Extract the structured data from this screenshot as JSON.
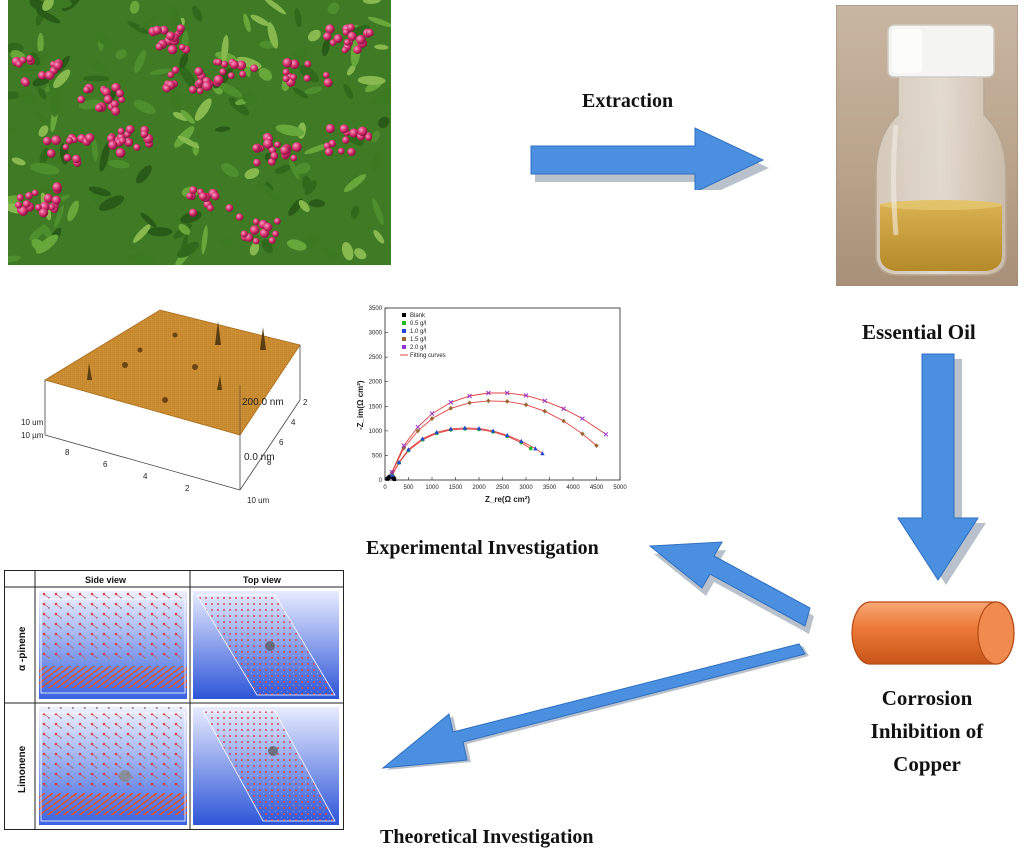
{
  "captions": {
    "extraction": "Extraction",
    "essential_oil": "Essential Oil",
    "experimental": "Experimental Investigation",
    "theoretical": "Theoretical Investigation",
    "corrosion_lines": [
      "Corrosion",
      "Inhibition of",
      "Copper"
    ]
  },
  "afm": {
    "z_top": "200.0 nm",
    "z_bottom": "0.0 nm",
    "left_ticks": [
      "10 um",
      "10 µm",
      "8",
      "6",
      "4",
      "2"
    ],
    "right_ticks": [
      "2",
      "4",
      "6",
      "8",
      "10 um"
    ]
  },
  "simulation": {
    "col_headers": [
      "Side view",
      "Top view"
    ],
    "row_labels": [
      "α -pinene",
      "Limonene"
    ]
  },
  "chart_data": {
    "type": "scatter",
    "xlabel": "Z_re(Ω cm²)",
    "ylabel": "-Z_im(Ω cm²)",
    "xlim": [
      0,
      5000
    ],
    "ylim": [
      0,
      3500
    ],
    "x_ticks": [
      "0",
      "500",
      "1000",
      "1500",
      "2000",
      "2500",
      "3000",
      "3500",
      "4000",
      "4500",
      "5000"
    ],
    "y_ticks": [
      "0",
      "500",
      "1000",
      "1500",
      "2000",
      "2500",
      "3000",
      "3500"
    ],
    "legend_position": "top-left",
    "fit_label": "Fitting curves",
    "series": [
      {
        "name": "Blank",
        "color": "#000000",
        "marker": "square",
        "points": [
          [
            50,
            20
          ],
          [
            70,
            40
          ],
          [
            90,
            60
          ],
          [
            110,
            70
          ],
          [
            130,
            75
          ],
          [
            150,
            70
          ],
          [
            170,
            55
          ],
          [
            185,
            35
          ],
          [
            200,
            15
          ]
        ]
      },
      {
        "name": "0.5 g/l",
        "color": "#22bb22",
        "marker": "circle",
        "points": [
          [
            150,
            100
          ],
          [
            300,
            350
          ],
          [
            500,
            600
          ],
          [
            800,
            820
          ],
          [
            1100,
            950
          ],
          [
            1400,
            1020
          ],
          [
            1700,
            1040
          ],
          [
            2000,
            1030
          ],
          [
            2300,
            980
          ],
          [
            2600,
            890
          ],
          [
            2900,
            760
          ],
          [
            3100,
            640
          ]
        ]
      },
      {
        "name": "1.0 g/l",
        "color": "#2244dd",
        "marker": "triangle",
        "points": [
          [
            150,
            100
          ],
          [
            300,
            360
          ],
          [
            500,
            620
          ],
          [
            800,
            840
          ],
          [
            1100,
            970
          ],
          [
            1400,
            1040
          ],
          [
            1700,
            1060
          ],
          [
            2000,
            1050
          ],
          [
            2300,
            1000
          ],
          [
            2600,
            910
          ],
          [
            2900,
            790
          ],
          [
            3200,
            640
          ],
          [
            3350,
            540
          ]
        ]
      },
      {
        "name": "1.5 g/l",
        "color": "#996633",
        "marker": "diamond",
        "points": [
          [
            150,
            150
          ],
          [
            400,
            650
          ],
          [
            700,
            1000
          ],
          [
            1000,
            1250
          ],
          [
            1400,
            1460
          ],
          [
            1800,
            1570
          ],
          [
            2200,
            1610
          ],
          [
            2600,
            1600
          ],
          [
            3000,
            1530
          ],
          [
            3400,
            1400
          ],
          [
            3800,
            1200
          ],
          [
            4200,
            940
          ],
          [
            4500,
            700
          ]
        ]
      },
      {
        "name": "2.0 g/l",
        "color": "#9933cc",
        "marker": "cross",
        "points": [
          [
            150,
            160
          ],
          [
            400,
            700
          ],
          [
            700,
            1080
          ],
          [
            1000,
            1350
          ],
          [
            1400,
            1580
          ],
          [
            1800,
            1710
          ],
          [
            2200,
            1770
          ],
          [
            2600,
            1770
          ],
          [
            3000,
            1720
          ],
          [
            3400,
            1610
          ],
          [
            3800,
            1450
          ],
          [
            4200,
            1250
          ],
          [
            4700,
            930
          ]
        ]
      }
    ]
  }
}
